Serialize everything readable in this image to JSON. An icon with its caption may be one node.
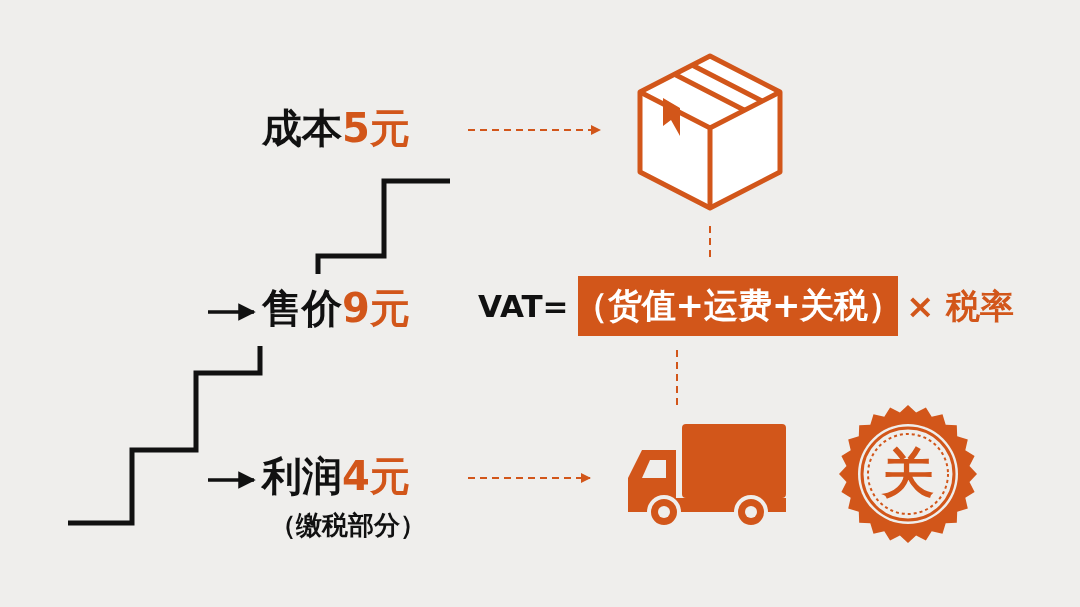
{
  "diagram": {
    "nodes": [
      {
        "text": [
          "成本",
          "5元"
        ]
      },
      {
        "text": [
          "售价",
          "9元"
        ]
      },
      {
        "text": [
          "利润",
          "4元"
        ],
        "beside": [
          "（缴税部分）"
        ]
      },
      {
        "text": [],
        "shape": "picture"
      },
      {
        "text": [
          "（货值+运费+关税）"
        ],
        "beside": [
          "VAT=",
          "× 税率"
        ]
      },
      {
        "text": [],
        "shape": "picture"
      },
      {
        "text": [
          "关"
        ]
      }
    ],
    "edges": [
      {
        "from": null,
        "to": 1,
        "arrow": "to",
        "color": "#111111"
      },
      {
        "from": null,
        "to": 2,
        "arrow": "to",
        "color": "#111111"
      },
      {
        "from": 0,
        "to": 3,
        "arrow": "to",
        "style": "dashed"
      },
      {
        "from": 2,
        "to": 5,
        "arrow": "to",
        "style": "dashed"
      },
      {
        "from": 3,
        "to": 4,
        "arrow": "none",
        "style": "dashed"
      },
      {
        "from": 4,
        "to": 5,
        "arrow": "none",
        "style": "dashed"
      }
    ]
  }
}
